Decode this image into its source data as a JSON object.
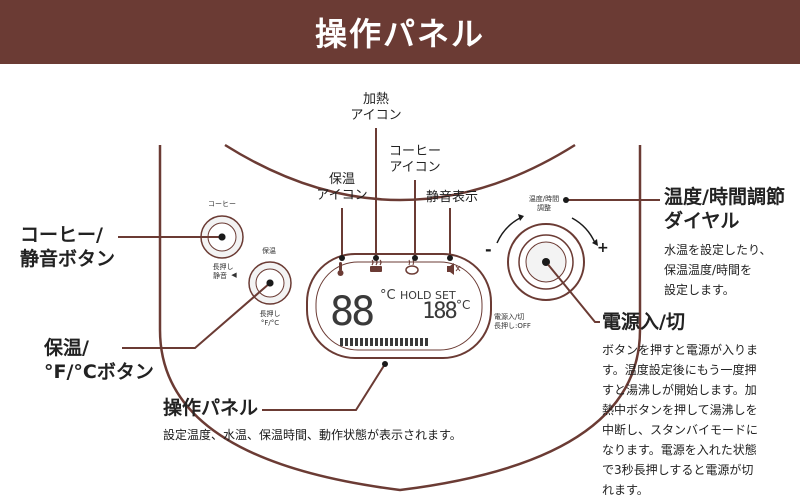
{
  "banner": {
    "title": "操作パネル"
  },
  "callouts": {
    "heat_icon": {
      "line1": "加熱",
      "line2": "アイコン"
    },
    "keep_warm_icon": {
      "line1": "保温",
      "line2": "アイコン"
    },
    "coffee_icon": {
      "line1": "コーヒー",
      "line2": "アイコン"
    },
    "mute_display": {
      "label": "静音表示"
    },
    "dial": {
      "title1": "温度/時間調節",
      "title2": "ダイヤル",
      "desc": [
        "水温を設定したり、",
        "保温温度/時間を",
        "設定します。"
      ]
    },
    "power": {
      "title": "電源入/切",
      "desc": [
        "ボタンを押すと電源が入りま",
        "す。温度設定後にもう一度押",
        "すと湯沸しが開始します。加",
        "熱中ボタンを押して湯沸しを",
        "中断し、スタンバイモードに",
        "なります。電源を入れた状態",
        "で3秒長押しすると電源が切",
        "れます。"
      ]
    },
    "coffee_button": {
      "line1": "コーヒー/",
      "line2": "静音ボタン"
    },
    "keep_warm_button": {
      "line1": "保温/",
      "line2": "°F/°Cボタン"
    },
    "panel": {
      "title": "操作パネル",
      "desc": "設定温度、水温、保温時間、動作状態が表示されます。"
    }
  },
  "device": {
    "coffee_label": "コーヒー",
    "keep_warm_label": "保温",
    "long_press": "長押し",
    "mute_label": "静音",
    "unit_label": "°F/°C",
    "dial_label1": "温度/時間",
    "dial_label2": "調整",
    "power_label1": "電源入/切",
    "power_label2": "長押し:OFF",
    "minus": "-",
    "plus": "+"
  },
  "display": {
    "main_digits": "88",
    "main_unit": "°C",
    "hold_set": "HOLD SET",
    "sub_digits": "188",
    "sub_unit": "°C"
  },
  "colors": {
    "banner": "#6b3b34",
    "line": "#6b3b34",
    "accent": "#6b3b34"
  }
}
